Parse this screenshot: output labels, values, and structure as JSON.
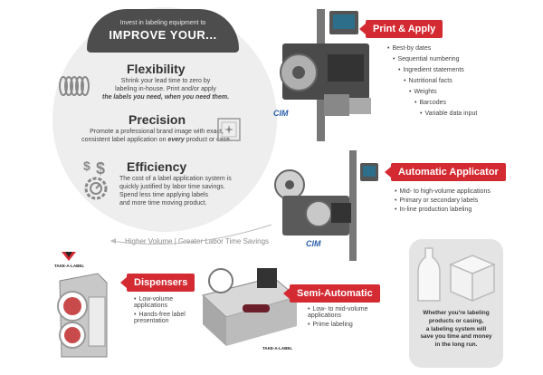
{
  "circle": {
    "subheading": "Invest in labeling equipment to",
    "heading": "IMPROVE YOUR...",
    "sections": [
      {
        "title": "Flexibility",
        "line1": "Shrink your lead time to zero by",
        "line2": "labeling in-house.  Print and/or apply",
        "line3": "the labels you need, when you need them.",
        "icon": "spring-icon"
      },
      {
        "title": "Precision",
        "line1": "Promote a professional brand image with exact,",
        "line2_pre": "consistent label application on ",
        "line2_em": "every",
        "line2_post": " product or case.",
        "icon": "target-frame-icon"
      },
      {
        "title": "Efficiency",
        "line1": "The cost of a label application system is",
        "line2": "quickly justified by labor time savings.",
        "line3": "Spend less time applying labels",
        "line4": "and more time moving product.",
        "icon": "dollar-gear-icon"
      }
    ],
    "arc_label": "Higher Volume  |  Greater Labor Time Savings"
  },
  "print_apply": {
    "tag": "Print & Apply",
    "bullets": [
      "Best-by dates",
      "Sequential numbering",
      "Ingredient statements",
      "Nutritional facts",
      "Weights",
      "Barcodes",
      "Variable data input"
    ],
    "logo": "CIM"
  },
  "auto_applicator": {
    "tag": "Automatic Applicator",
    "bullets": [
      "Mid- to high-volume applications",
      "Primary or secondary labels",
      "In-line production labeling"
    ],
    "logo": "CIM"
  },
  "dispensers": {
    "tag": "Dispensers",
    "bullets": [
      "Low-volume applications",
      "Hands-free label presentation"
    ],
    "logo": "TAKE-A-LABEL"
  },
  "semi_automatic": {
    "tag": "Semi-Automatic",
    "bullets": [
      "Low- to mid-volume applications",
      "Prime labeling"
    ],
    "logo": "TAKE-A-LABEL"
  },
  "callout": {
    "line1": "Whether you're labeling",
    "line2": "products or casing,",
    "line3": "a labeling system will",
    "line4": "save you time and money",
    "line5": "in the long run."
  },
  "colors": {
    "accent_red": "#d42a32",
    "dark_gray": "#4d4d4d",
    "light_gray": "#eeeeee"
  }
}
